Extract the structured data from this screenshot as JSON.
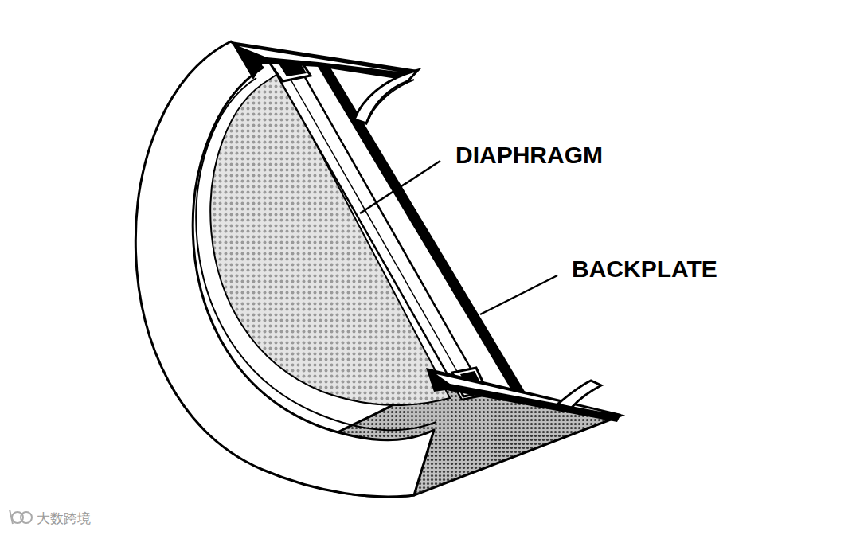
{
  "diagram": {
    "labels": [
      "DIAPHRAGM",
      "BACKPLATE",
      "大数跨境"
    ]
  }
}
